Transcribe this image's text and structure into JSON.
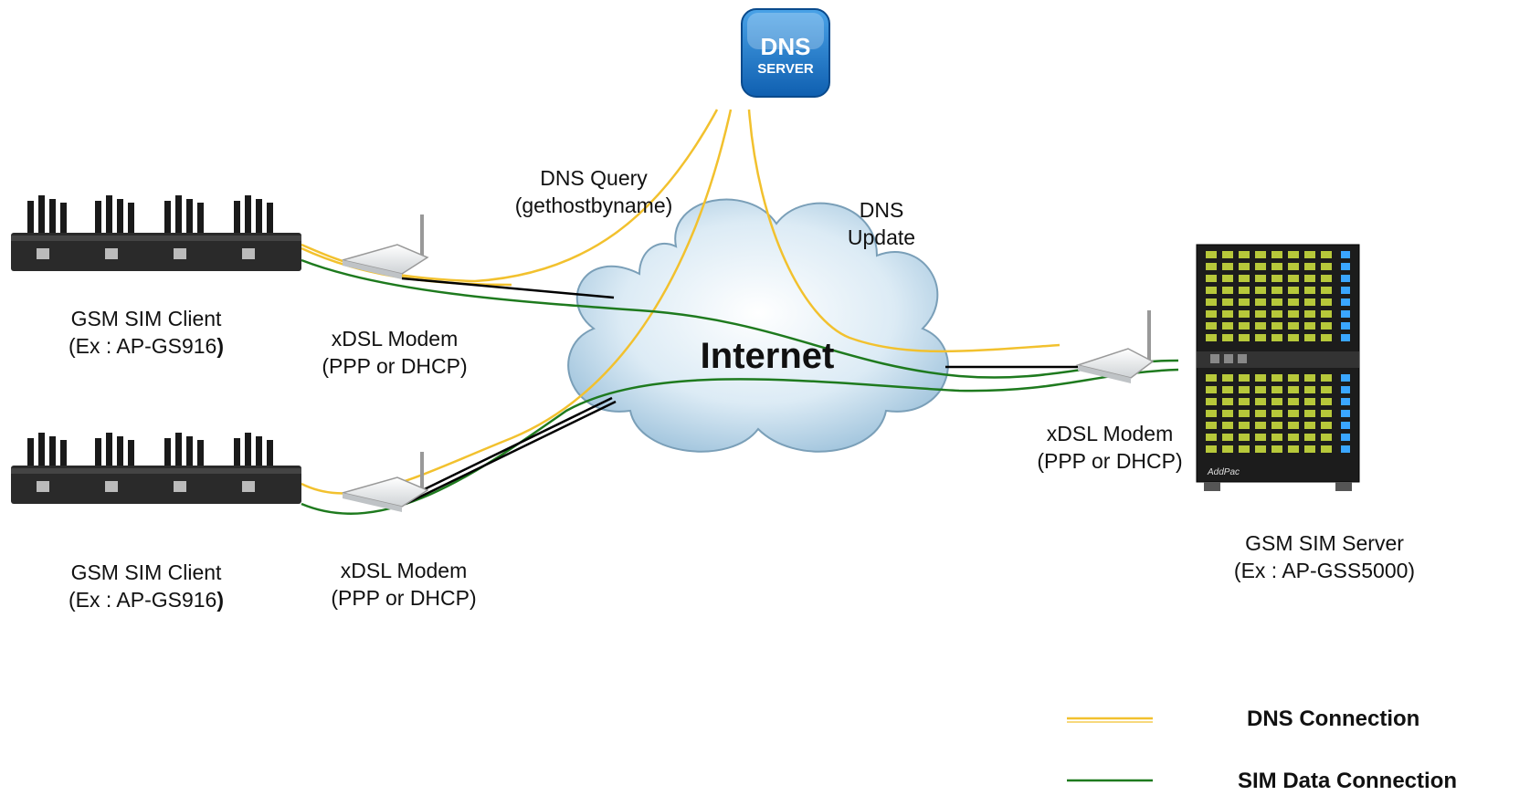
{
  "dns_server": {
    "line1": "DNS",
    "line2": "SERVER"
  },
  "labels": {
    "dns_query_line1": "DNS Query",
    "dns_query_line2": "(gethostbyname)",
    "dns_update_line1": "DNS",
    "dns_update_line2": "Update",
    "internet": "Internet"
  },
  "client_top": {
    "name": "GSM SIM Client",
    "model_prefix": "(Ex : AP-GS916",
    "model_suffix": ")"
  },
  "client_bottom": {
    "name": "GSM SIM Client",
    "model_prefix": "(Ex : AP-GS916",
    "model_suffix": ")"
  },
  "modem_top": {
    "name": "xDSL Modem",
    "mode": "(PPP or DHCP)"
  },
  "modem_bottom": {
    "name": "xDSL  Modem",
    "mode": "(PPP or DHCP)"
  },
  "modem_right": {
    "name": "xDSL  Modem",
    "mode": "(PPP or DHCP)"
  },
  "server": {
    "name": "GSM SIM Server",
    "model": "(Ex : AP-GSS5000)",
    "brand": "AddPac"
  },
  "legend": [
    {
      "label": "DNS Connection",
      "color": "#f2c12e"
    },
    {
      "label": "SIM Data Connection",
      "color": "#1e7a1e"
    }
  ],
  "colors": {
    "dns": "#f2c12e",
    "sim": "#1e7a1e",
    "ethernet": "#000000"
  }
}
